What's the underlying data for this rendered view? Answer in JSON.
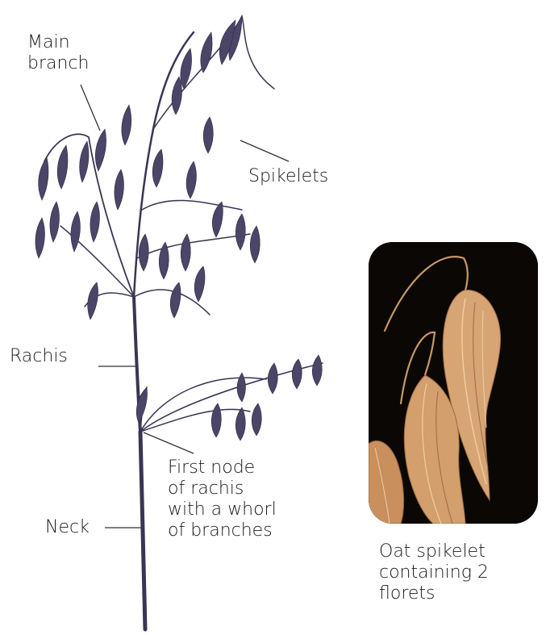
{
  "labels": {
    "main_branch": "Main\nbranch",
    "spikelets": "Spikelets",
    "rachis": "Rachis",
    "first_node": "First node\nof rachis\nwith a whorl\nof branches",
    "neck": "Neck",
    "oat_spikelet": "Oat spikelet\ncontaining 2\nflorets"
  },
  "colors": {
    "plant": "#3a3552",
    "spikelet": "#4b4668",
    "leader": "#333333",
    "photo_bg": "#0b0705",
    "floret": "#d7a574",
    "floret_light": "#f0cfa3",
    "floret_dark": "#9b6a3f"
  }
}
